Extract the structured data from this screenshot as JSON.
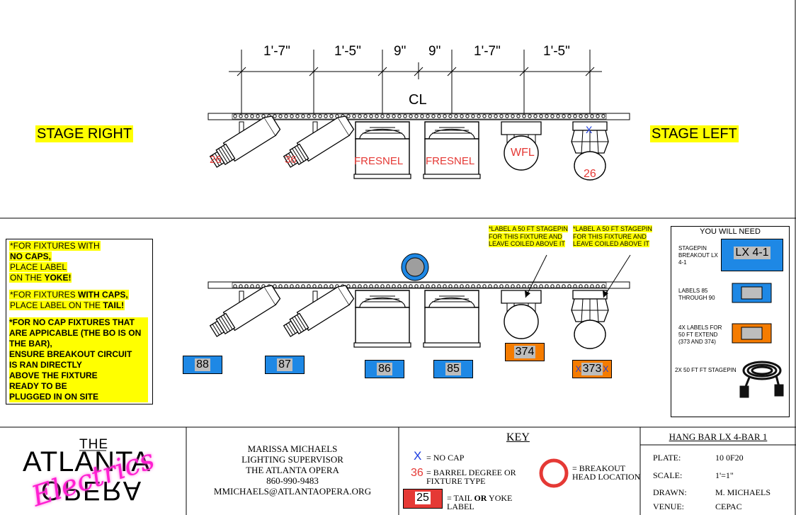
{
  "dimensions": [
    "1'-7\"",
    "1'-5\"",
    "9\"",
    "9\"",
    "1'-7\"",
    "1'-5\""
  ],
  "centerline": "CL",
  "stage_right": "STAGE RIGHT",
  "stage_left": "STAGE LEFT",
  "fixtures_top": [
    {
      "label": "26"
    },
    {
      "label": "36"
    },
    {
      "label": "FRESNEL"
    },
    {
      "label": "FRESNEL"
    },
    {
      "label": "WFL"
    },
    {
      "label": "26",
      "no_cap": "X"
    }
  ],
  "channel_labels": [
    "88",
    "87",
    "86",
    "85",
    "374",
    "373"
  ],
  "channel_x_marks": "X",
  "callouts": [
    "*LABEL A 50 FT STAGEPIN FOR THIS FIXTURE AND LEAVE COILED ABOVE IT",
    "*LABEL A 50 FT STAGEPIN FOR THIS FIXTURE AND LEAVE COILED ABOVE IT"
  ],
  "notes": {
    "n1_a": "*FOR FIXTURES WITH",
    "n1_b": "NO CAPS,",
    "n1_c": "PLACE LABEL",
    "n1_d": "ON THE ",
    "n1_e": "YOKE!",
    "n2_a": "*FOR FIXTURES ",
    "n2_b": "WITH CAPS,",
    "n2_c": "PLACE LABEL ON THE ",
    "n2_d": "TAIL!",
    "n3_a": "*FOR NO CAP FIXTURES THAT",
    "n3_b": "ARE APPICABLE (THE BO IS ON",
    "n3_c": "THE BAR),",
    "n3_d": "ENSURE BREAKOUT CIRCUIT",
    "n3_e": "IS RAN DIRECTLY",
    "n3_f": "ABOVE THE FIXTURE",
    "n3_g": "READY TO BE",
    "n3_h": "PLUGGED IN ON SITE"
  },
  "need": {
    "title": "YOU WILL NEED",
    "item1": "STAGEPIN BREAKOUT LX 4-1",
    "item1_box": "LX 4-1",
    "item2": "LABELS 85 THROUGH 90",
    "item3": "4X LABELS FOR 50 FT EXTEND (373 AND 374)",
    "item4": "2X 50 FT FT STAGEPIN"
  },
  "logo": {
    "the": "THE",
    "atlanta": "ATLANTA",
    "opera": "OPERA",
    "script": "Electrics"
  },
  "contact": {
    "name": "MARISSA MICHAELS",
    "role": "LIGHTING SUPERVISOR",
    "org": "THE ATLANTA OPERA",
    "phone": "860-990-9483",
    "email": "MMICHAELS@ATLANTAOPERA.ORG"
  },
  "key": {
    "title": "KEY",
    "x_sym": "X",
    "x_text": "= NO CAP",
    "num_sym": "36",
    "num_text": "= BARREL DEGREE OR FIXTURE TYPE",
    "label_sym": "25",
    "label_text_a": "= TAIL ",
    "label_text_b": "OR",
    "label_text_c": " YOKE LABEL",
    "bo_text": "= BREAKOUT HEAD LOCATION"
  },
  "titleblock": {
    "title": "HANG BAR LX 4-BAR 1",
    "plate_k": "PLATE:",
    "plate_v": "10 0F20",
    "scale_k": "SCALE:",
    "scale_v": "1'=1\"",
    "drawn_k": "DRAWN:",
    "drawn_v": "M. MICHAELS",
    "venue_k": "VENUE:",
    "venue_v": "CEPAC"
  },
  "colors": {
    "highlight": "#ffff00",
    "label_blue": "#1e88e5",
    "label_orange": "#f57c00",
    "red": "#e53935",
    "blue": "#1a3be0"
  }
}
